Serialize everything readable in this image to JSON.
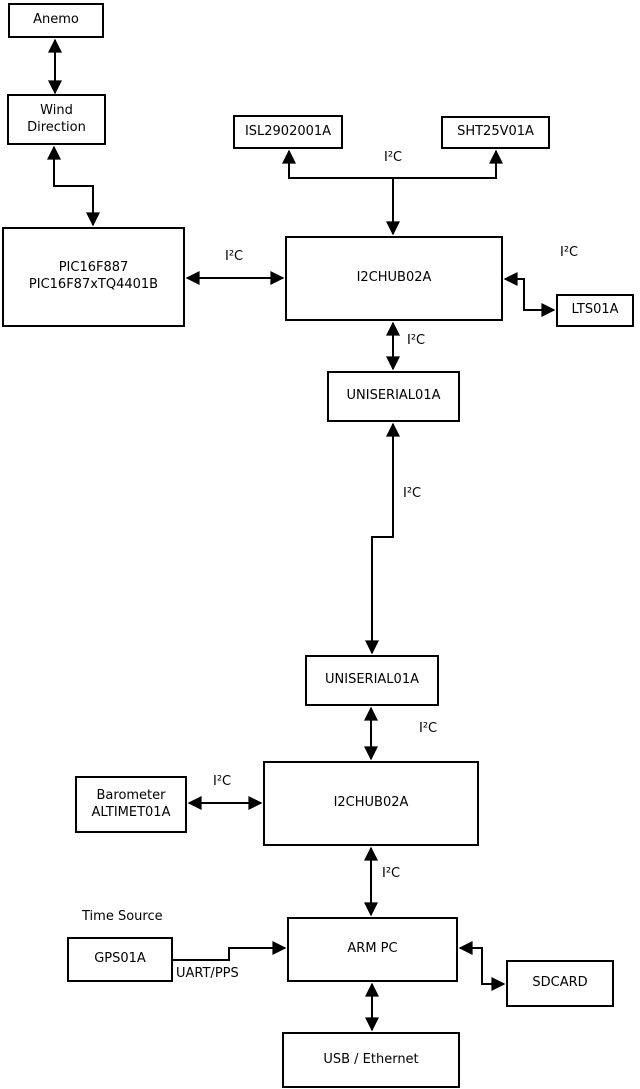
{
  "nodes": {
    "anemo": {
      "label": "Anemo"
    },
    "wind_direction": {
      "line1": "Wind",
      "line2": "Direction"
    },
    "isl": {
      "label": "ISL2902001A"
    },
    "sht": {
      "label": "SHT25V01A"
    },
    "pic": {
      "line1": "PIC16F887",
      "line2": "PIC16F87xTQ4401B"
    },
    "hub1": {
      "label": "I2CHUB02A"
    },
    "lts": {
      "label": "LTS01A"
    },
    "uniserial1": {
      "label": "UNISERIAL01A"
    },
    "uniserial2": {
      "label": "UNISERIAL01A"
    },
    "barometer": {
      "line1": "Barometer",
      "line2": "ALTIMET01A"
    },
    "hub2": {
      "label": "I2CHUB02A"
    },
    "gps": {
      "label": "GPS01A"
    },
    "arm_pc": {
      "label": "ARM PC"
    },
    "sdcard": {
      "label": "SDCARD"
    },
    "usb_ethernet": {
      "label": "USB / Ethernet"
    }
  },
  "labels": {
    "i2c_sensor_bus": "I²C",
    "i2c_pic_hub": "I²C",
    "i2c_lts": "I²C",
    "i2c_hub1_uniserial1": "I²C",
    "i2c_uniserial_link": "I²C",
    "i2c_uniserial2_hub2": "I²C",
    "i2c_barometer_hub2": "I²C",
    "i2c_hub2_armpc": "I²C",
    "time_source": "Time Source",
    "uart_pps": "UART/PPS"
  },
  "colors": {
    "line": "#000000",
    "background": "#ffffff",
    "box_border": "#000000",
    "box_fill": "#ffffff",
    "text": "#000000"
  }
}
